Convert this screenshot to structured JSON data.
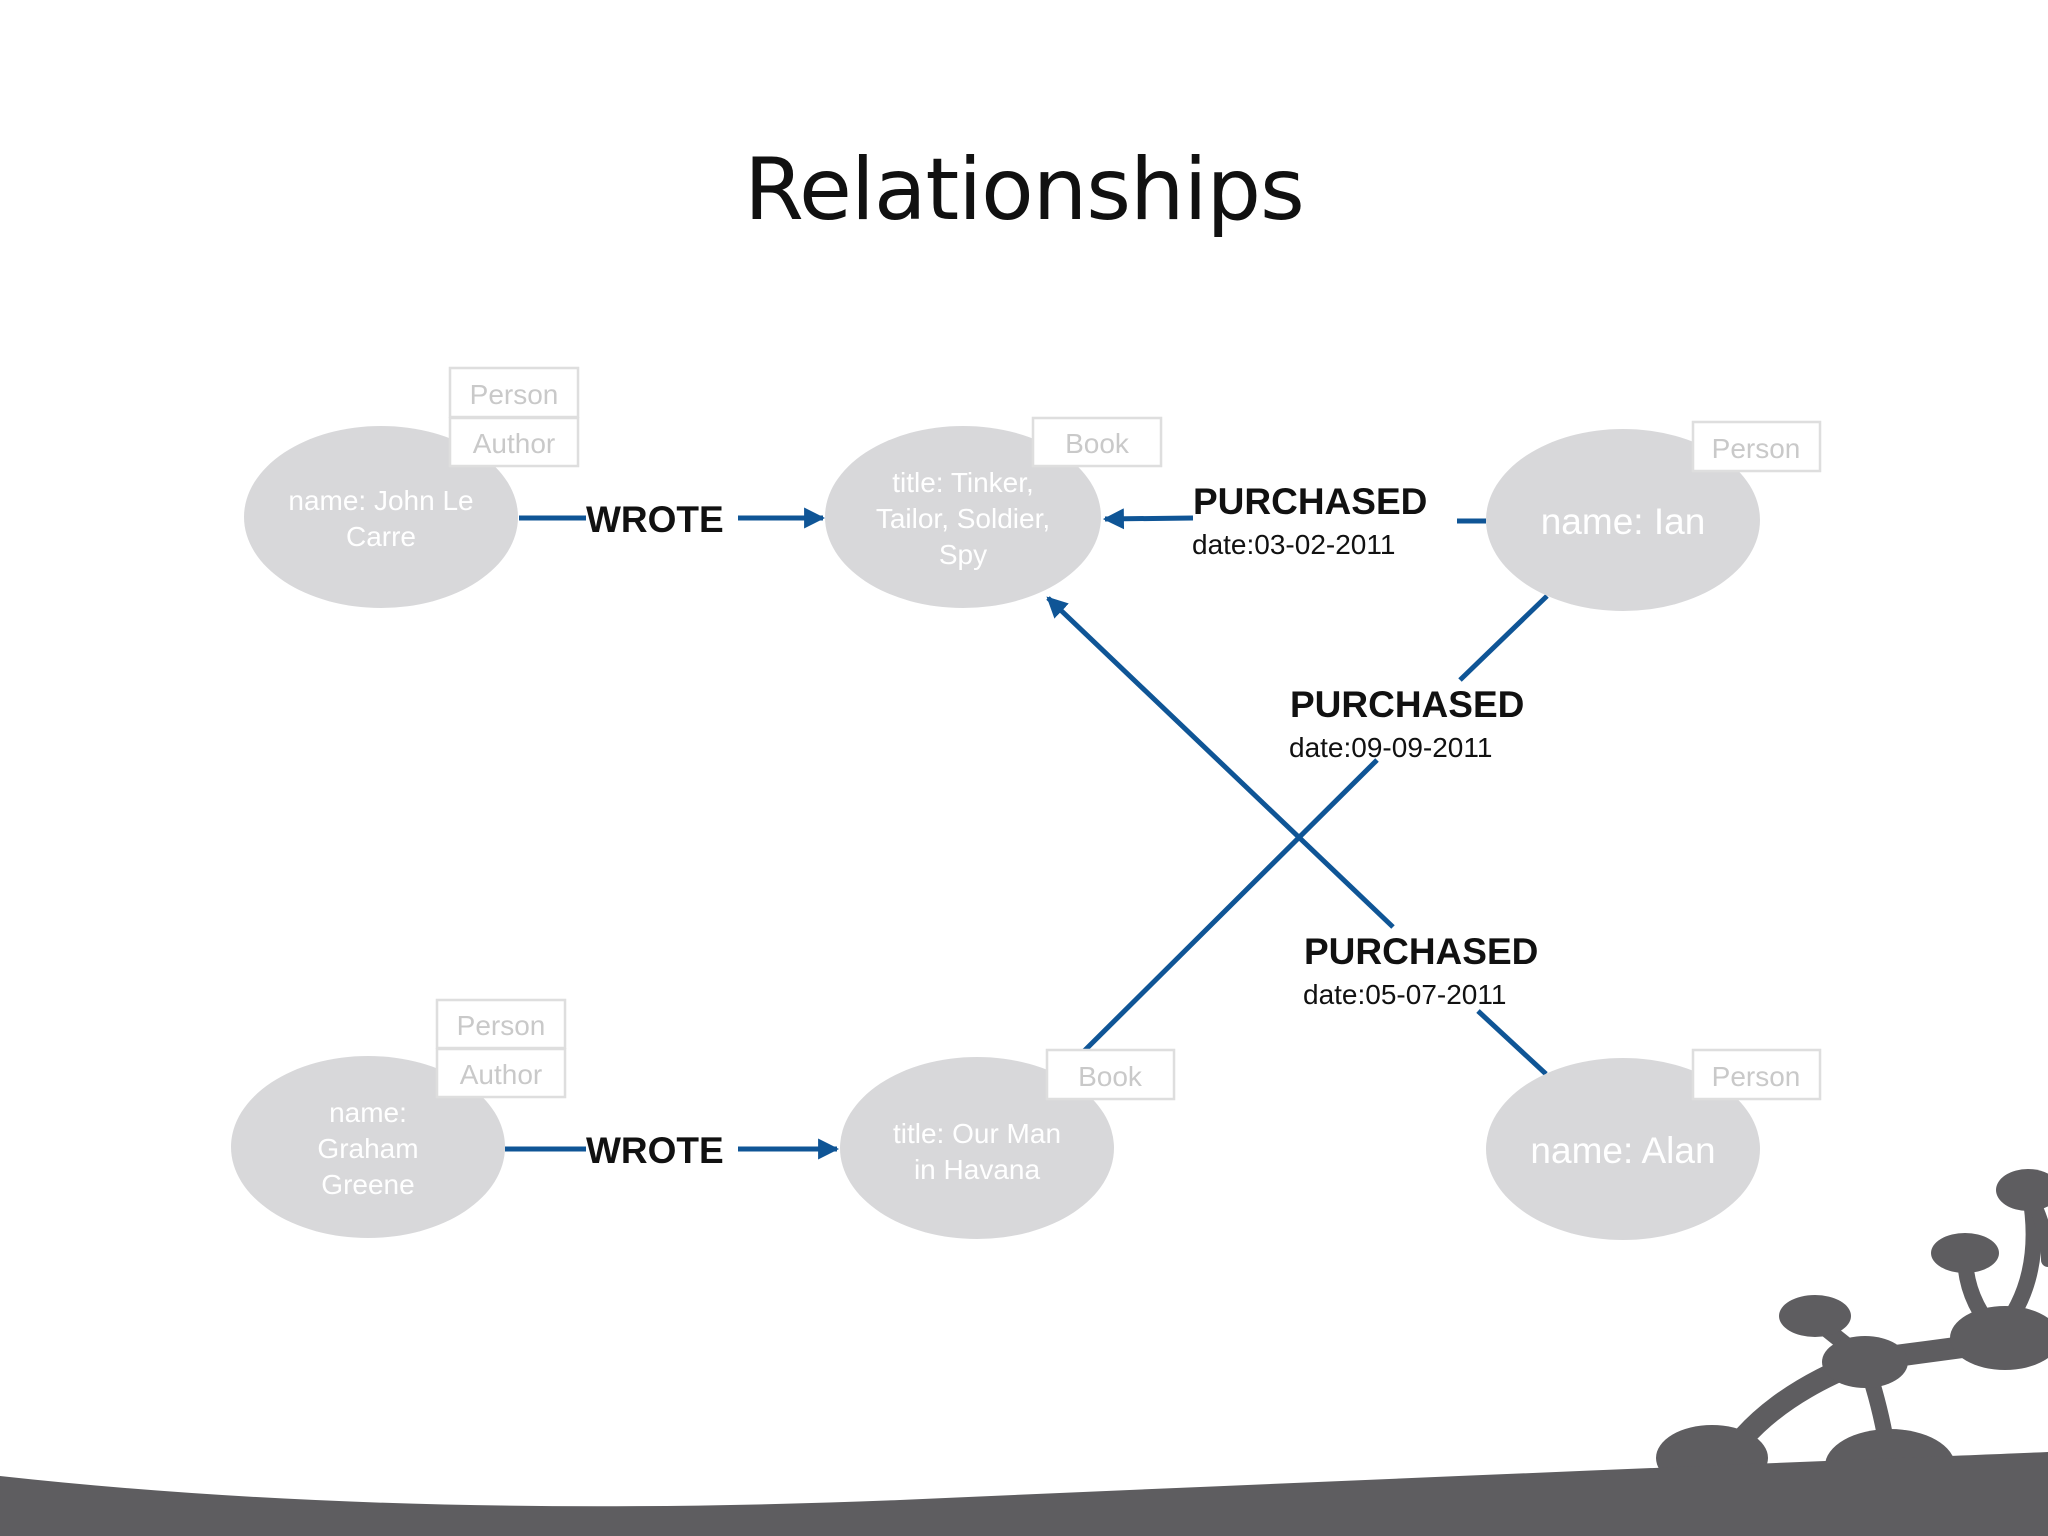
{
  "slide": {
    "title": "Relationships"
  },
  "colors": {
    "edge": "#0f5596",
    "node_fill": "#d8d8da",
    "node_text": "#ffffff",
    "tag_border": "#dedede",
    "tag_text": "#c9c9c9",
    "decoration": "#5e5d60"
  },
  "nodes": [
    {
      "id": "john",
      "lines": [
        "name: John Le",
        "Carre"
      ],
      "tags": [
        "Person",
        "Author"
      ]
    },
    {
      "id": "tinker",
      "lines": [
        "title: Tinker,",
        "Tailor, Soldier,",
        "Spy"
      ],
      "tags": [
        "Book"
      ]
    },
    {
      "id": "ian",
      "lines": [
        "name: Ian"
      ],
      "tags": [
        "Person"
      ]
    },
    {
      "id": "graham",
      "lines": [
        "name:",
        "Graham",
        "Greene"
      ],
      "tags": [
        "Person",
        "Author"
      ]
    },
    {
      "id": "havana",
      "lines": [
        "title: Our Man",
        "in Havana"
      ],
      "tags": [
        "Book"
      ]
    },
    {
      "id": "alan",
      "lines": [
        "name: Alan"
      ],
      "tags": [
        "Person"
      ]
    }
  ],
  "relationships": [
    {
      "id": "john-wrote-tinker",
      "type": "WROTE",
      "date": ""
    },
    {
      "id": "graham-wrote-havana",
      "type": "WROTE",
      "date": ""
    },
    {
      "id": "ian-purchased-tinker",
      "type": "PURCHASED",
      "date": "date:03-02-2011"
    },
    {
      "id": "ian-purchased-havana",
      "type": "PURCHASED",
      "date": "date:09-09-2011"
    },
    {
      "id": "alan-purchased-tinker",
      "type": "PURCHASED",
      "date": "date:05-07-2011"
    }
  ]
}
